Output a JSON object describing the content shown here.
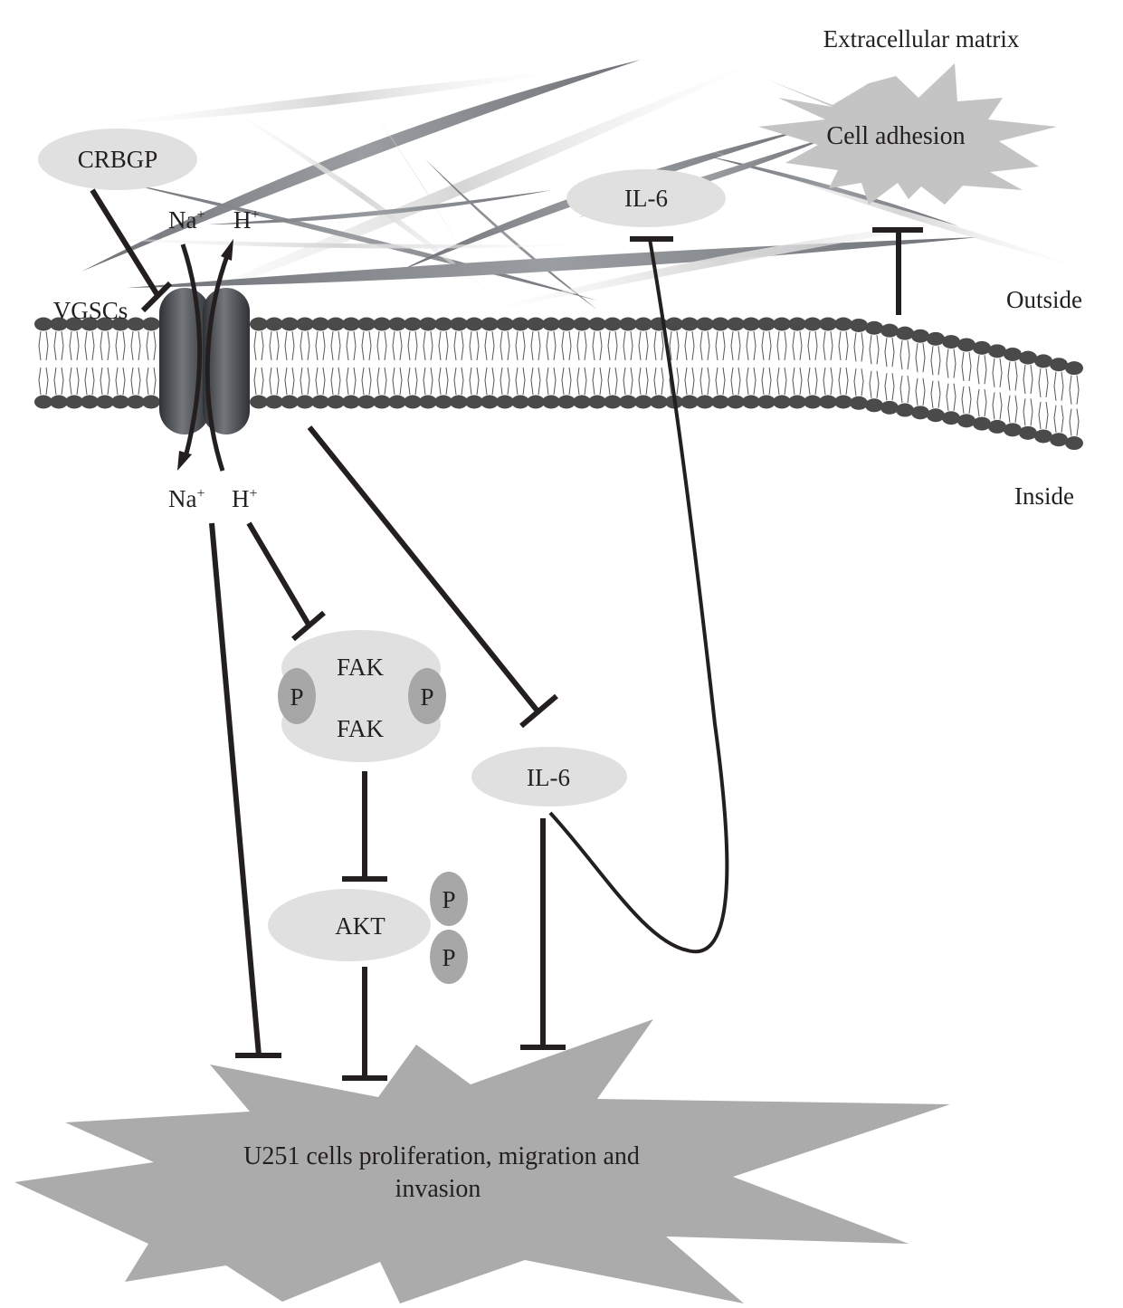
{
  "colors": {
    "ink": "#231f20",
    "node_fill": "#e0e0e0",
    "phospho_fill": "#a7a7a7",
    "burst_fill": "#ababab",
    "adhesion_fill": "#c4c4c4",
    "lipid_head": "#4a4a4a",
    "channel": "#3f4245"
  },
  "labels": {
    "extracellular_matrix": "Extracellular matrix",
    "outside": "Outside",
    "inside": "Inside",
    "vgscs": "VGSCs",
    "crbgp": "CRBGP",
    "cell_adhesion": "Cell adhesion",
    "il6_outside": "IL-6",
    "il6_inside": "IL-6",
    "fak_top": "FAK",
    "fak_bottom": "FAK",
    "akt": "AKT",
    "p": "P",
    "na_top": "Na",
    "h_top": "H",
    "na_bottom": "Na",
    "h_bottom": "H",
    "plus": "+",
    "outcome_line1": "U251 cells proliferation, migration and",
    "outcome_line2": "invasion"
  },
  "icons": {
    "channel": "sodium-channel-icon",
    "membrane": "lipid-bilayer",
    "inhibition": "t-bar-inhibition-arrow"
  }
}
